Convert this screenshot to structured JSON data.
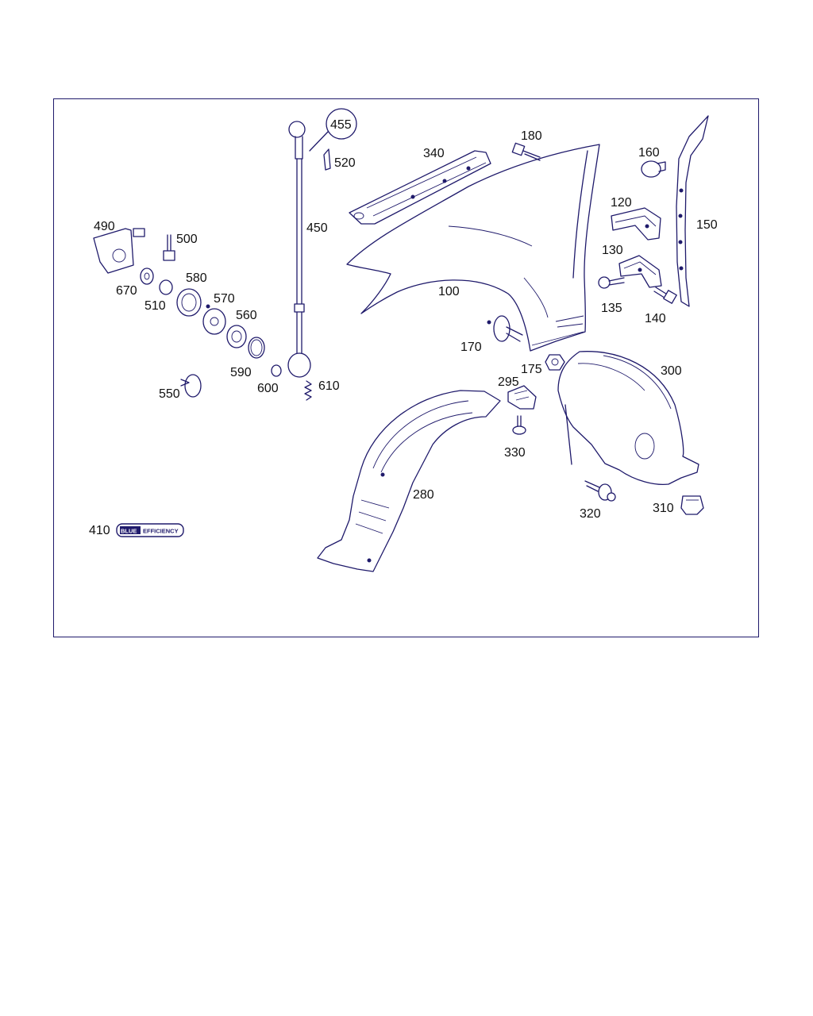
{
  "diagram": {
    "labels": {
      "p100": "100",
      "p120": "120",
      "p130": "130",
      "p135": "135",
      "p140": "140",
      "p150": "150",
      "p160": "160",
      "p170": "170",
      "p175": "175",
      "p180": "180",
      "p280": "280",
      "p295": "295",
      "p300": "300",
      "p310": "310",
      "p320": "320",
      "p330": "330",
      "p340": "340",
      "p410": "410",
      "p450": "450",
      "p455": "455",
      "p490": "490",
      "p500": "500",
      "p510": "510",
      "p520": "520",
      "p550": "550",
      "p560": "560",
      "p570": "570",
      "p580": "580",
      "p590": "590",
      "p600": "600",
      "p610": "610",
      "p670": "670"
    },
    "badge": {
      "left": "BLUE",
      "right": "EFFICIENCY"
    },
    "colors": {
      "line": "#1f1a6b",
      "text": "#111111",
      "background": "#ffffff"
    }
  }
}
